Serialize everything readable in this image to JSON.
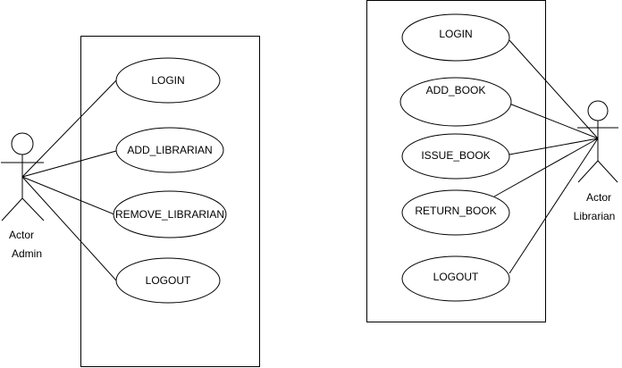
{
  "diagram": {
    "type": "use-case",
    "left_system": {
      "actor": {
        "role_label": "Actor",
        "name": "Admin"
      },
      "use_cases": [
        "LOGIN",
        "ADD_LIBRARIAN",
        "REMOVE_LIBRARIAN",
        "LOGOUT"
      ]
    },
    "right_system": {
      "actor": {
        "role_label": "Actor",
        "name": "Librarian"
      },
      "use_cases": [
        "LOGIN",
        "ADD_BOOK",
        "ISSUE_BOOK",
        "RETURN_BOOK",
        "LOGOUT"
      ]
    },
    "colors": {
      "stroke": "#000000",
      "fill": "#ffffff",
      "background": "#ffffff"
    }
  }
}
